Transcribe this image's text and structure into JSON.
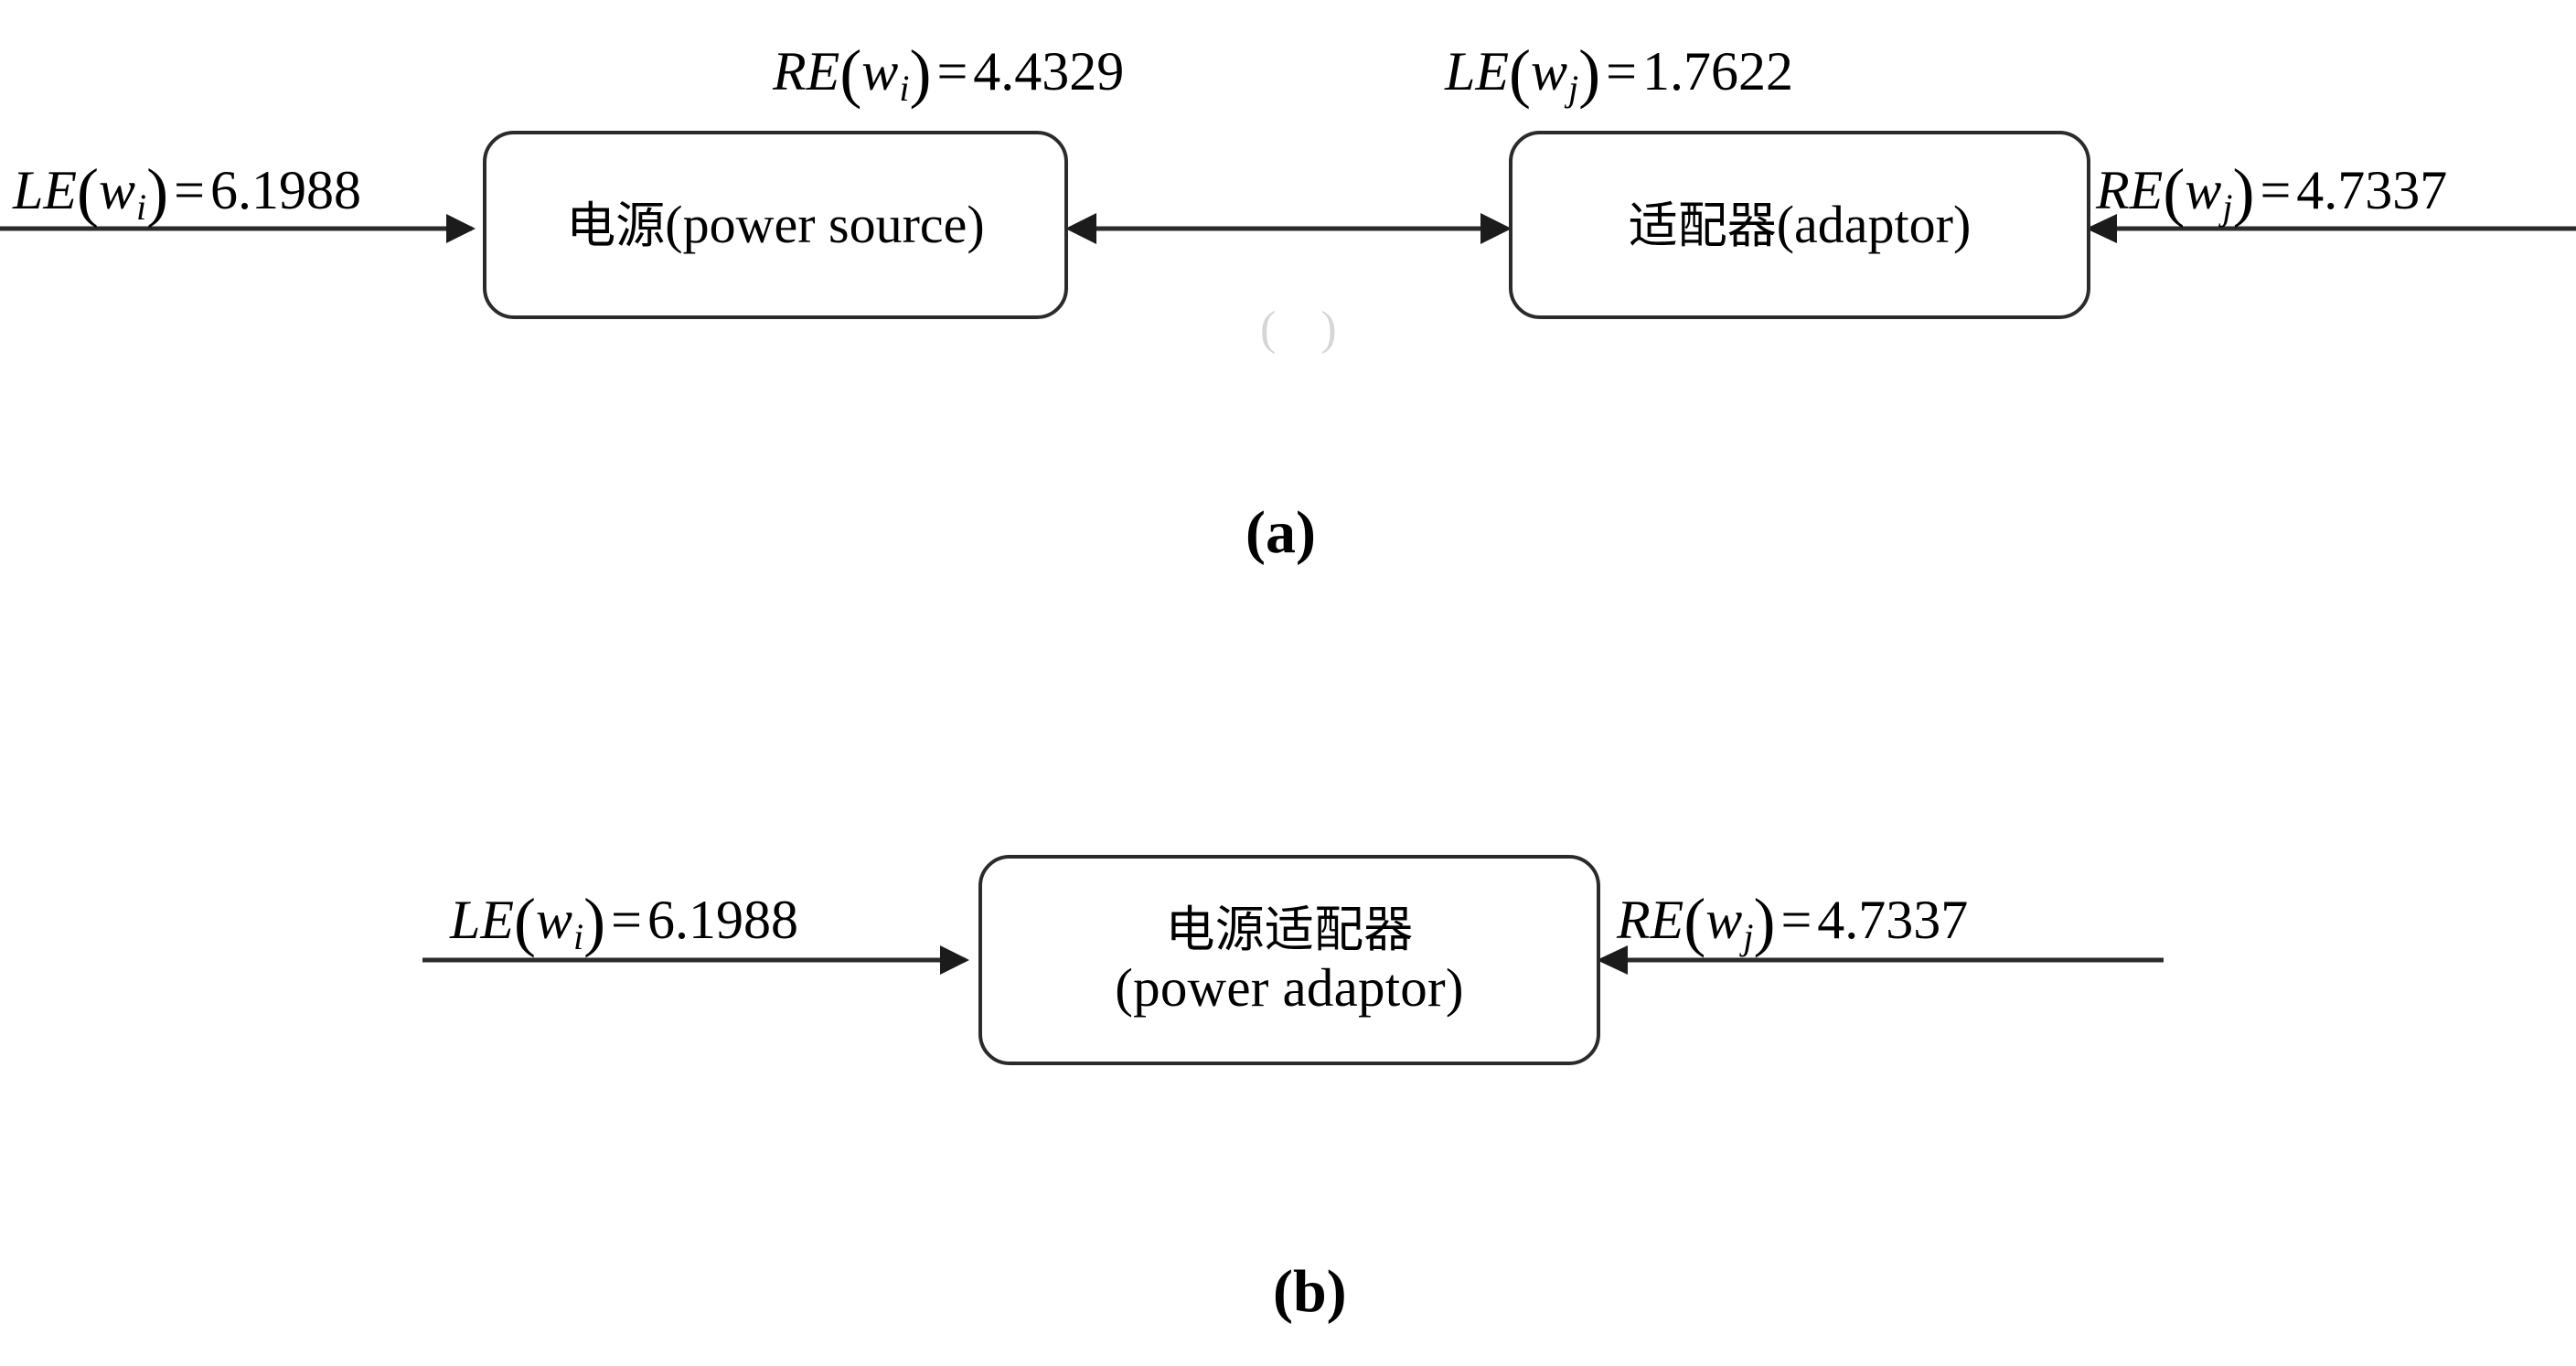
{
  "figure": {
    "type": "diagram",
    "background_color": "#ffffff",
    "stroke_color": "#2b2b2b",
    "panels": [
      {
        "id": "a",
        "caption": "(a)",
        "nodes": [
          {
            "id": "power-source",
            "cjk": "电源",
            "latin": "(power source)",
            "full": "电源(power source)"
          },
          {
            "id": "adaptor",
            "cjk": "适配器",
            "latin": "(adaptor)",
            "full": "适配器(adaptor)"
          }
        ],
        "edge_labels": [
          {
            "id": "le-wi",
            "fn": "LE",
            "var": "w",
            "sub": "i",
            "eq": "=",
            "value": "6.1988",
            "text": "LE(w_i) = 6.1988",
            "position": "left-of-power-source"
          },
          {
            "id": "re-wi",
            "fn": "RE",
            "var": "w",
            "sub": "i",
            "eq": "=",
            "value": "4.4329",
            "text": "RE(w_i) = 4.4329",
            "position": "above-power-source"
          },
          {
            "id": "le-wj",
            "fn": "LE",
            "var": "w",
            "sub": "j",
            "eq": "=",
            "value": "1.7622",
            "text": "LE(w_j) = 1.7622",
            "position": "above-adaptor"
          },
          {
            "id": "re-wj",
            "fn": "RE",
            "var": "w",
            "sub": "j",
            "eq": "=",
            "value": "4.7337",
            "text": "RE(w_j) = 4.7337",
            "position": "right-of-adaptor"
          }
        ],
        "arrows": [
          {
            "id": "incoming-left",
            "direction": "right",
            "heads": 1
          },
          {
            "id": "between-nodes",
            "direction": "both",
            "heads": 2
          },
          {
            "id": "incoming-right",
            "direction": "left",
            "heads": 1
          }
        ]
      },
      {
        "id": "b",
        "caption": "(b)",
        "nodes": [
          {
            "id": "power-adaptor",
            "cjk": "电源适配器",
            "latin": "(power adaptor)",
            "full": "电源适配器(power adaptor)"
          }
        ],
        "edge_labels": [
          {
            "id": "le-wi-b",
            "fn": "LE",
            "var": "w",
            "sub": "i",
            "eq": "=",
            "value": "6.1988",
            "text": "LE(w_i) = 6.1988",
            "position": "left-of-power-adaptor"
          },
          {
            "id": "re-wj-b",
            "fn": "RE",
            "var": "w",
            "sub": "j",
            "eq": "=",
            "value": "4.7337",
            "text": "RE(w_j) = 4.7337",
            "position": "right-of-power-adaptor"
          }
        ],
        "arrows": [
          {
            "id": "incoming-left-b",
            "direction": "right",
            "heads": 1
          },
          {
            "id": "incoming-right-b",
            "direction": "left",
            "heads": 1
          }
        ]
      }
    ],
    "artifact": {
      "text": "( )"
    }
  }
}
